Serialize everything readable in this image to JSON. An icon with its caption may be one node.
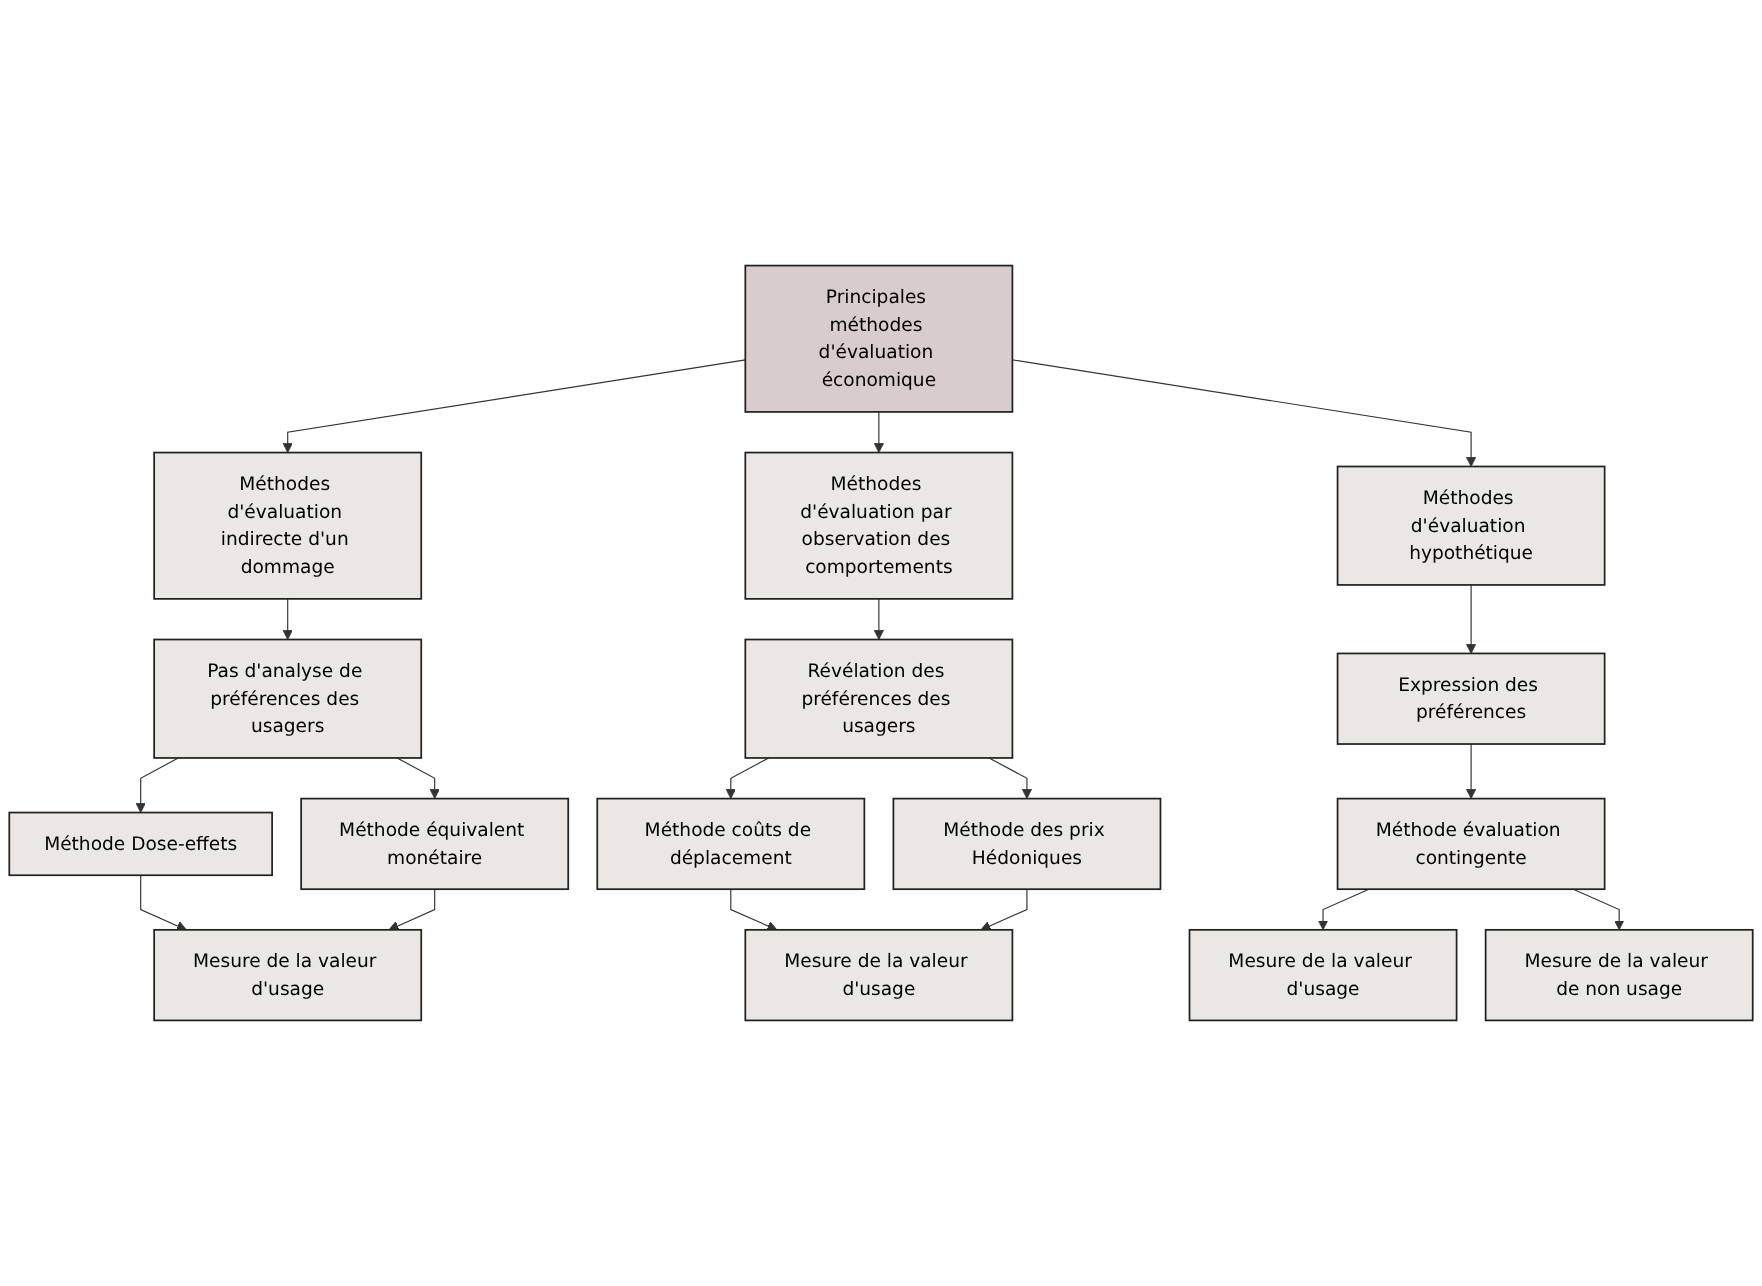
{
  "diagram": {
    "nodes": [
      {
        "text": [
          "Principales méthodes d'évaluation économique"
        ]
      },
      {
        "text": [
          "Méthodes d'évaluation indirecte d'un dommage"
        ]
      },
      {
        "text": [
          "Méthodes d'évaluation par observation des comportements"
        ]
      },
      {
        "text": [
          "Méthodes d'évaluation hypothétique"
        ]
      },
      {
        "text": [
          "Pas d'analyse de préférences des usagers"
        ]
      },
      {
        "text": [
          "Révélation des préférences des usagers"
        ]
      },
      {
        "text": [
          "Expression des préférences"
        ]
      },
      {
        "text": [
          "Méthode Dose-effets"
        ]
      },
      {
        "text": [
          "Méthode équivalent monétaire"
        ]
      },
      {
        "text": [
          "Méthode coûts de déplacement"
        ]
      },
      {
        "text": [
          "Méthode des prix Hédoniques"
        ]
      },
      {
        "text": [
          "Méthode évaluation contingente"
        ]
      },
      {
        "text": [
          "Mesure de la valeur d'usage"
        ]
      },
      {
        "text": [
          "Mesure de la valeur d'usage"
        ]
      },
      {
        "text": [
          "Mesure de la valeur d'usage"
        ]
      },
      {
        "text": [
          "Mesure de la valeur de non usage"
        ]
      }
    ],
    "edges": [
      {
        "from": 0,
        "to": 1,
        "arrow": "to"
      },
      {
        "from": 0,
        "to": 2,
        "arrow": "to"
      },
      {
        "from": 0,
        "to": 3,
        "arrow": "to"
      },
      {
        "from": 1,
        "to": 4,
        "arrow": "to"
      },
      {
        "from": 2,
        "to": 5,
        "arrow": "to"
      },
      {
        "from": 3,
        "to": 6,
        "arrow": "to"
      },
      {
        "from": 4,
        "to": 7,
        "arrow": "to"
      },
      {
        "from": 4,
        "to": 8,
        "arrow": "to"
      },
      {
        "from": 5,
        "to": 9,
        "arrow": "to"
      },
      {
        "from": 5,
        "to": 10,
        "arrow": "to"
      },
      {
        "from": 6,
        "to": 11,
        "arrow": "to"
      },
      {
        "from": 7,
        "to": 12,
        "arrow": "to"
      },
      {
        "from": 8,
        "to": 12,
        "arrow": "to"
      },
      {
        "from": 9,
        "to": 13,
        "arrow": "to"
      },
      {
        "from": 10,
        "to": 13,
        "arrow": "to"
      },
      {
        "from": 11,
        "to": 14,
        "arrow": "to"
      },
      {
        "from": 11,
        "to": 15,
        "arrow": "to"
      }
    ]
  }
}
